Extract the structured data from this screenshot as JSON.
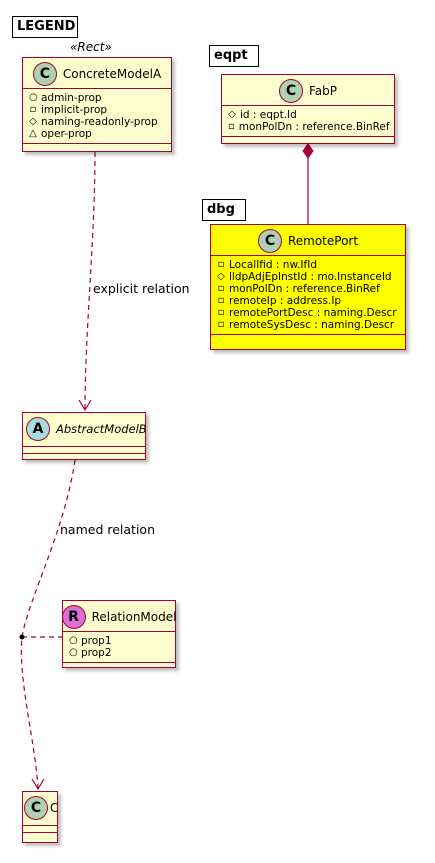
{
  "colors": {
    "class_fill": "#FEFECE",
    "class_border": "#A80036",
    "highlight_fill": "#FFFF00",
    "class_badge": "#ADD1B2",
    "abstract_badge": "#A9DCDF",
    "relation_badge": "#DA70D6",
    "legend_fill": "#DDDDDD"
  },
  "legend": {
    "package_name": "LEGEND",
    "stereotype": "«Rect»",
    "concrete": {
      "badge": "C",
      "name": "ConcreteModelA",
      "attributes": [
        {
          "vis": "○",
          "text": "admin-prop"
        },
        {
          "vis": "▫",
          "text": "implicit-prop"
        },
        {
          "vis": "◇",
          "text": "naming-readonly-prop"
        },
        {
          "vis": "△",
          "text": "oper-prop"
        }
      ]
    },
    "edge_explicit": "explicit relation",
    "abstract": {
      "badge": "A",
      "name": "AbstractModelB"
    },
    "edge_named": "named relation",
    "relation_model": {
      "badge": "R",
      "name": "RelationModel",
      "attributes": [
        {
          "vis": "○",
          "text": "prop1"
        },
        {
          "vis": "○",
          "text": "prop2"
        }
      ]
    },
    "target": {
      "badge": "C",
      "name": "C"
    }
  },
  "eqpt": {
    "package_name": "eqpt",
    "fabp": {
      "badge": "C",
      "name": "FabP",
      "attributes": [
        {
          "vis": "◇",
          "text": "id : eqpt.Id"
        },
        {
          "vis": "▫",
          "text": "monPolDn : reference.BinRef"
        }
      ]
    }
  },
  "dbg": {
    "package_name": "dbg",
    "remoteport": {
      "badge": "C",
      "name": "RemotePort",
      "attributes": [
        {
          "vis": "▫",
          "text": "LocalIfid : nw.IfId"
        },
        {
          "vis": "◇",
          "text": "lldpAdjEpInstId : mo.InstanceId"
        },
        {
          "vis": "▫",
          "text": "monPolDn : reference.BinRef"
        },
        {
          "vis": "▫",
          "text": "remoteIp : address.Ip"
        },
        {
          "vis": "▫",
          "text": "remotePortDesc : naming.Descr"
        },
        {
          "vis": "▫",
          "text": "remoteSysDesc : naming.Descr"
        }
      ]
    }
  }
}
